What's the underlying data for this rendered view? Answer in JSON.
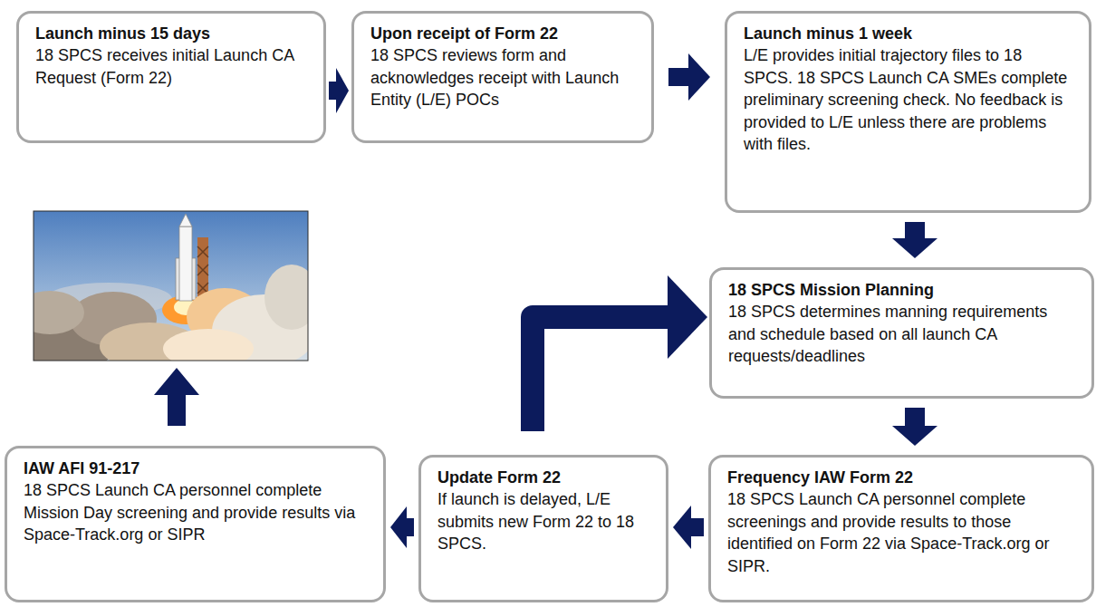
{
  "diagram": {
    "nodes": [
      {
        "text": [
          "Launch minus 15 days",
          "18 SPCS receives initial Launch CA Request (Form 22)"
        ]
      },
      {
        "text": [
          "Upon receipt of Form 22",
          "18 SPCS reviews form and acknowledges receipt with Launch Entity (L/E) POCs"
        ]
      },
      {
        "text": [
          "Launch minus 1 week",
          "L/E provides initial trajectory files to 18 SPCS. 18 SPCS Launch CA SMEs complete preliminary screening check. No feedback is provided to L/E unless there are problems with files."
        ]
      },
      {
        "text": [
          "18 SPCS Mission Planning",
          "18 SPCS determines manning requirements and schedule based on all launch CA requests/deadlines"
        ]
      },
      {
        "text": [
          "Frequency IAW Form 22",
          "18 SPCS Launch CA personnel complete screenings and provide results to those identified on Form 22 via Space-Track.org or SIPR."
        ]
      },
      {
        "text": [
          "Update Form 22",
          "If launch is delayed, L/E submits new Form 22 to 18 SPCS."
        ]
      },
      {
        "text": [
          "IAW AFI 91-217",
          "18 SPCS Launch CA personnel complete Mission Day screening and provide results via Space-Track.org or SIPR"
        ]
      }
    ],
    "edges": [
      {
        "from": 0,
        "to": 1,
        "arrow": "to"
      },
      {
        "from": 1,
        "to": 2,
        "arrow": "to"
      },
      {
        "from": 2,
        "to": 3,
        "arrow": "to"
      },
      {
        "from": 3,
        "to": 4,
        "arrow": "to"
      },
      {
        "from": 4,
        "to": 5,
        "arrow": "to"
      },
      {
        "from": 5,
        "to": 3,
        "arrow": "to"
      },
      {
        "from": 5,
        "to": 6,
        "arrow": "to"
      }
    ]
  }
}
